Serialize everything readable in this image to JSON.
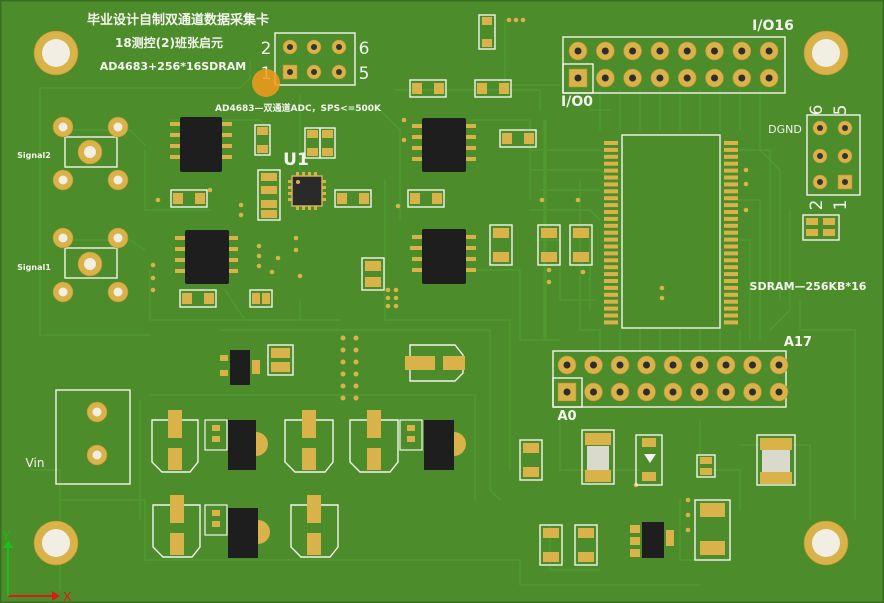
{
  "board": {
    "title": "毕业设计自制双通道数据采集卡",
    "class_line": "18测控(2)班张启元",
    "spec_line": "AD4683+256*16SDRAM",
    "adc_note": "AD4683—双通道ADC，SPS<=500K",
    "sdram_note": "SDRAM—256KB*16"
  },
  "labels": {
    "u1": "U1",
    "io16": "I/O16",
    "io0": "I/O0",
    "dgnd": "DGND",
    "a17": "A17",
    "a0": "A0",
    "signal2": "Signal2",
    "signal1": "Signal1",
    "vin": "Vin",
    "hdr_left_2": "2",
    "hdr_left_1": "1",
    "hdr_left_6": "6",
    "hdr_left_5": "5",
    "hdr_right_6": "6",
    "hdr_right_5": "5",
    "hdr_right_2": "2",
    "hdr_right_1": "1"
  },
  "axes": {
    "x": "X",
    "y": "Y"
  },
  "colors": {
    "board": "#4c8c2b",
    "copper": "#57a032",
    "pad": "#d9b24a",
    "silkscreen": "#f4f4ee",
    "ic": "#1e1e1e",
    "axis_x": "#e01818",
    "axis_y": "#18c018"
  }
}
